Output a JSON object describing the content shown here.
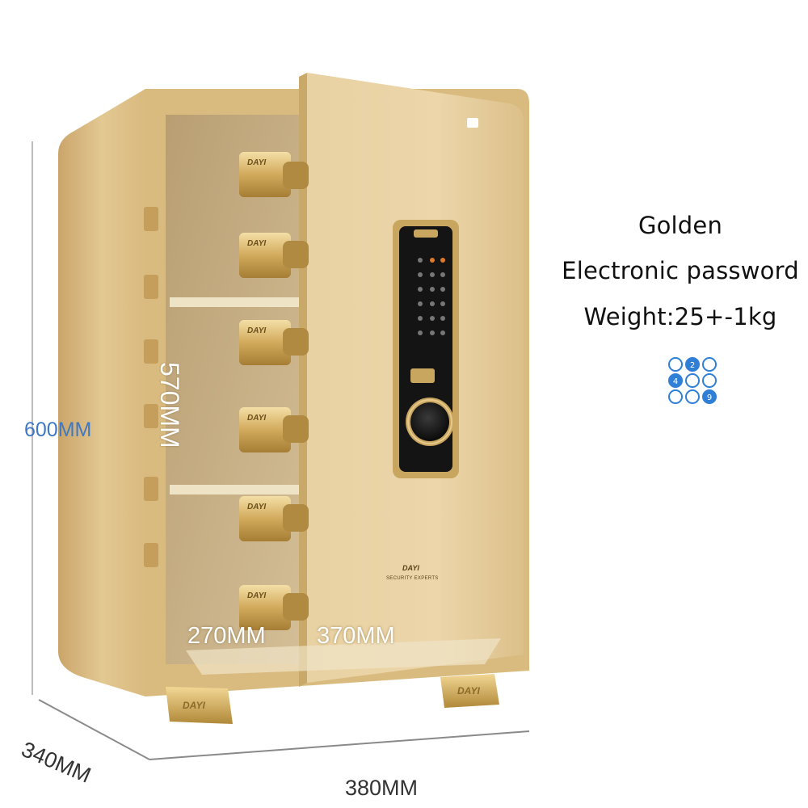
{
  "specs": {
    "color": "Golden",
    "lock_type": "Electronic password",
    "weight": "Weight:25+-1kg"
  },
  "dimensions": {
    "height": "600MM",
    "depth": "340MM",
    "width": "380MM",
    "interior_depth": "270MM",
    "door_width": "370MM",
    "interior_height": "570MM"
  },
  "branding": {
    "brand": "DAYI",
    "tagline": "SECURITY EXPERTS"
  },
  "keypad_icon_digits": [
    "0",
    "2",
    "0",
    "4",
    "0",
    "0",
    "0",
    "0",
    "9"
  ],
  "colors": {
    "gold_light": "#e9cf9a",
    "gold_mid": "#d8b77a",
    "gold_dark": "#b89658",
    "interior": "#c9b189",
    "dim_blue": "#3f78c4",
    "lock_black": "#141414"
  }
}
